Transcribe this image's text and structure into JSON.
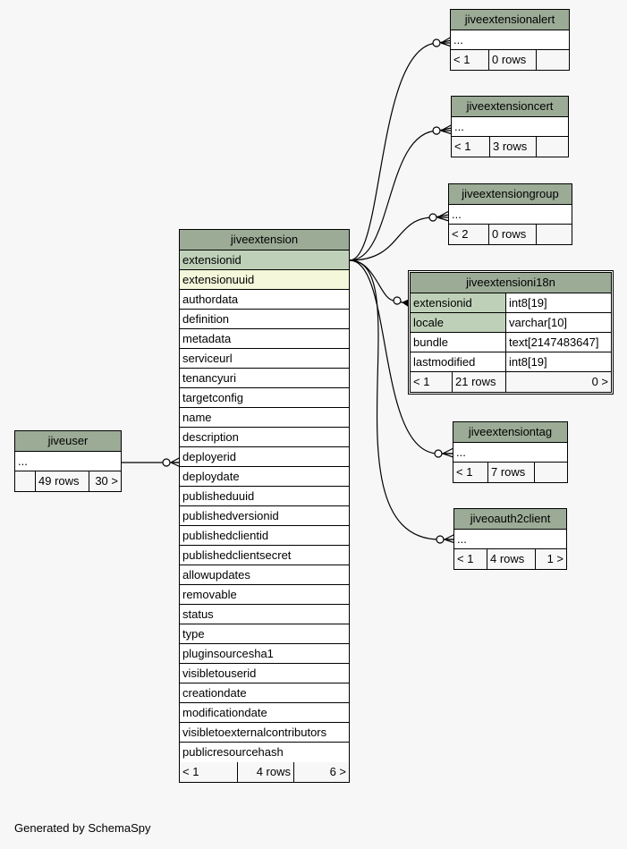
{
  "ellipsis": "...",
  "tables": {
    "jiveextensionalert": {
      "name": "jiveextensionalert",
      "parents": "< 1",
      "rows": "0 rows",
      "children": ""
    },
    "jiveextensioncert": {
      "name": "jiveextensioncert",
      "parents": "< 1",
      "rows": "3 rows",
      "children": ""
    },
    "jiveextensiongroup": {
      "name": "jiveextensiongroup",
      "parents": "< 2",
      "rows": "0 rows",
      "children": ""
    },
    "jiveextensiontag": {
      "name": "jiveextensiontag",
      "parents": "< 1",
      "rows": "7 rows",
      "children": ""
    },
    "jiveoauth2client": {
      "name": "jiveoauth2client",
      "parents": "< 1",
      "rows": "4 rows",
      "children": "1 >"
    },
    "jiveuser": {
      "name": "jiveuser",
      "parents": "",
      "rows": "49 rows",
      "children": "30 >"
    },
    "jiveextensioni18n": {
      "name": "jiveextensioni18n",
      "columns": [
        {
          "name": "extensionid",
          "type": "int8[19]"
        },
        {
          "name": "locale",
          "type": "varchar[10]"
        },
        {
          "name": "bundle",
          "type": "text[2147483647]"
        },
        {
          "name": "lastmodified",
          "type": "int8[19]"
        }
      ],
      "parents": "< 1",
      "rows": "21 rows",
      "children": "0 >"
    },
    "jiveextension": {
      "name": "jiveextension",
      "columns": [
        "extensionid",
        "extensionuuid",
        "authordata",
        "definition",
        "metadata",
        "serviceurl",
        "tenancyuri",
        "targetconfig",
        "name",
        "description",
        "deployerid",
        "deploydate",
        "publisheduuid",
        "publishedversionid",
        "publishedclientid",
        "publishedclientsecret",
        "allowupdates",
        "removable",
        "status",
        "type",
        "pluginsourcesha1",
        "visibletouserid",
        "creationdate",
        "modificationdate",
        "visibletoexternalcontributors",
        "publicresourcehash"
      ],
      "parents": "< 1",
      "rows": "4 rows",
      "children": "6 >"
    }
  },
  "colors": {
    "header": "#9bab96",
    "primary_key": "#bed1b8",
    "foreign_key": "#f4f7da",
    "background": "#f7f7f7"
  },
  "footer": "Generated by SchemaSpy"
}
